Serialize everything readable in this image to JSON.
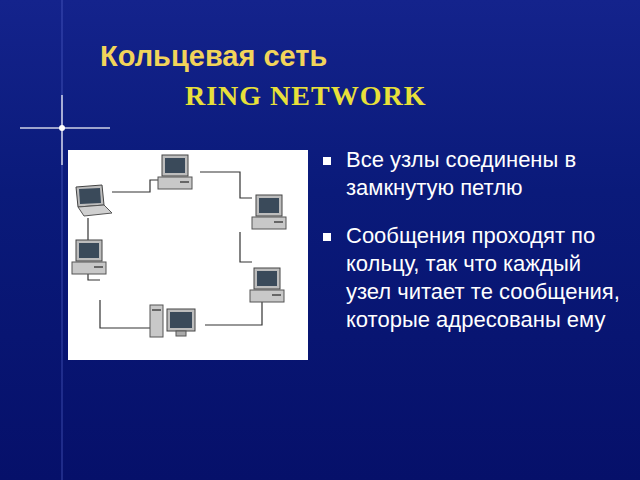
{
  "diagram": {
    "title": "Кольцевая сеть",
    "labels": [
      "RING NETWORK",
      "Все узлы соединены в замкнутую петлю",
      "Сообщения проходят по кольцу, так что каждый узел читает те сообщения, которые адресованы ему"
    ]
  }
}
